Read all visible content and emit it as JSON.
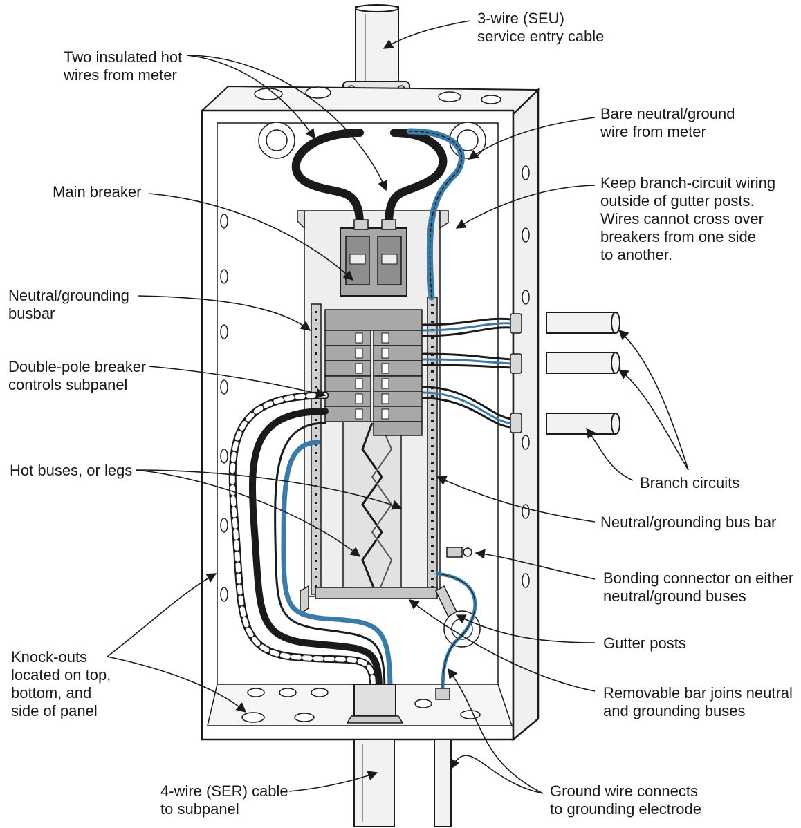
{
  "labels": {
    "seu_cable": [
      "3-wire (SEU)",
      "service entry cable"
    ],
    "hot_wires": [
      "Two insulated hot",
      "wires from meter"
    ],
    "bare_neutral": [
      "Bare neutral/ground",
      "wire from meter"
    ],
    "main_breaker": [
      "Main breaker"
    ],
    "keep_wiring": [
      "Keep branch-circuit wiring",
      "outside of gutter posts.",
      "Wires cannot cross over",
      "breakers from one side",
      "to another."
    ],
    "neutral_busbar": [
      "Neutral/grounding",
      "busbar"
    ],
    "double_pole": [
      "Double-pole breaker",
      "controls subpanel"
    ],
    "hot_buses": [
      "Hot buses, or legs"
    ],
    "branch_circuits": [
      "Branch circuits"
    ],
    "neutral_bus_bar": [
      "Neutral/grounding bus bar"
    ],
    "bonding_connector": [
      "Bonding connector on either",
      "neutral/ground buses"
    ],
    "gutter_posts": [
      "Gutter posts"
    ],
    "knockouts": [
      "Knock-outs",
      "located on top,",
      "bottom, and",
      "side of panel"
    ],
    "removable_bar": [
      "Removable bar joins neutral",
      "and grounding buses"
    ],
    "ser_cable": [
      "4-wire (SER) cable",
      "to subpanel"
    ],
    "ground_wire": [
      "Ground wire connects",
      "to grounding electrode"
    ]
  },
  "colors": {
    "line": "#1a1a1a",
    "panel_fill": "#eeeeee",
    "breaker_fill": "#a8a8a8",
    "blue_wire": "#3a7ba8"
  }
}
